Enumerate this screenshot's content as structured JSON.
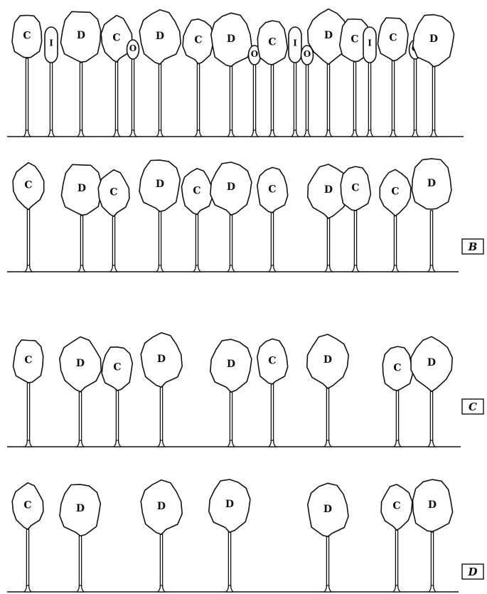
{
  "panels": [
    {
      "id": "A",
      "box_label": "",
      "trees": [
        "C",
        "I",
        "D",
        "C",
        "O",
        "D",
        "C",
        "D",
        "O",
        "C",
        "I",
        "O",
        "D",
        "C",
        "I",
        "C",
        "O",
        "D"
      ]
    },
    {
      "id": "B",
      "box_label": "B",
      "trees": [
        "C",
        "D",
        "C",
        "D",
        "C",
        "D",
        "C",
        "D",
        "C",
        "C",
        "D"
      ]
    },
    {
      "id": "C",
      "box_label": "C",
      "trees": [
        "C",
        "D",
        "C",
        "D",
        "D",
        "C",
        "D",
        "C",
        "D"
      ]
    },
    {
      "id": "D",
      "box_label": "D",
      "trees": [
        "C",
        "D",
        "D",
        "D",
        "D",
        "C",
        "D"
      ]
    }
  ]
}
